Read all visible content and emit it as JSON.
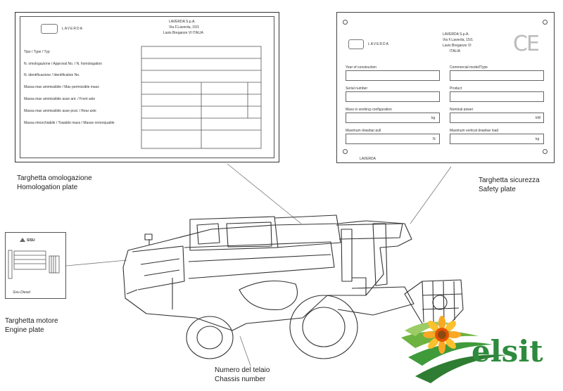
{
  "homologation_plate": {
    "company": "LAVERDA S.p.A.",
    "addr1": "Via F.Laverda, 15/1",
    "addr2": "Lavis Breganze VI ITALIA",
    "logo_text": "LAVERDA",
    "rows": [
      "Tipo / Type / Typ",
      "N. omologazione / Approval No. / N. homologation",
      "N. identificazione / Identification No.",
      "Massa max ammissibile / Max permissible mass",
      "Massa max ammissibile asse ant. / Front axle",
      "Massa max ammissibile asse post. / Rear axle",
      "Massa rimorchiabile / Towable mass / Masse remorquable"
    ]
  },
  "safety_plate": {
    "company": "LAVERDA S.p.A.",
    "addr1": "Via F.Laverda, 15/1",
    "addr2": "Lavis Breganze VI",
    "addr3": "ITALIA",
    "logo_text": "LAVERDA",
    "ce_mark": "CE",
    "fields": [
      "Year of construction",
      "Commercial model/Type",
      "Serial number",
      "Product",
      "Mass in working configuration",
      "Nominal power",
      "Maximum drawbar pull",
      "Maximum vertical drawbar load"
    ],
    "units": [
      "kg",
      "kW",
      "N",
      "kg"
    ],
    "footer": "LAVERDA"
  },
  "captions": {
    "homologation_it": "Targhetta omologazione",
    "homologation_en": "Homologation plate",
    "safety_it": "Targhetta sicurezza",
    "safety_en": "Safety plate",
    "engine_it": "Targhetta motore",
    "engine_en": "Engine plate",
    "chassis_it": "Numero del telaio",
    "chassis_en": "Chassis number"
  },
  "engine_plate": {
    "brand": "SISU",
    "footer": "Sisu Diesel"
  },
  "watermark": {
    "text": "elsit"
  }
}
